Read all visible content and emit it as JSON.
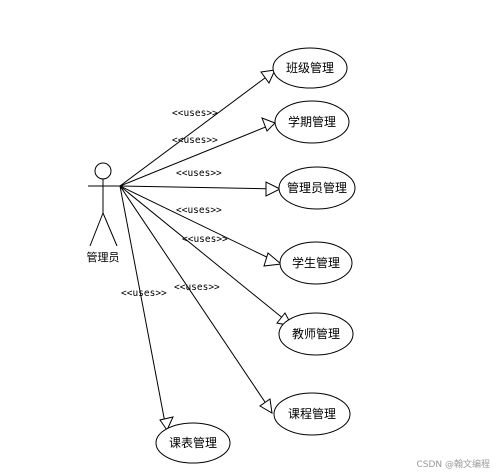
{
  "actor": {
    "label": "管理员"
  },
  "use_cases": [
    {
      "id": "class-mgmt",
      "label": "班级管理"
    },
    {
      "id": "term-mgmt",
      "label": "学期管理"
    },
    {
      "id": "admin-mgmt",
      "label": "管理员管理"
    },
    {
      "id": "student-mgmt",
      "label": "学生管理"
    },
    {
      "id": "teacher-mgmt",
      "label": "教师管理"
    },
    {
      "id": "course-mgmt",
      "label": "课程管理"
    },
    {
      "id": "timetable-mgmt",
      "label": "课表管理"
    }
  ],
  "relation_label": "<<uses>>",
  "watermark": "CSDN @翰文编程"
}
